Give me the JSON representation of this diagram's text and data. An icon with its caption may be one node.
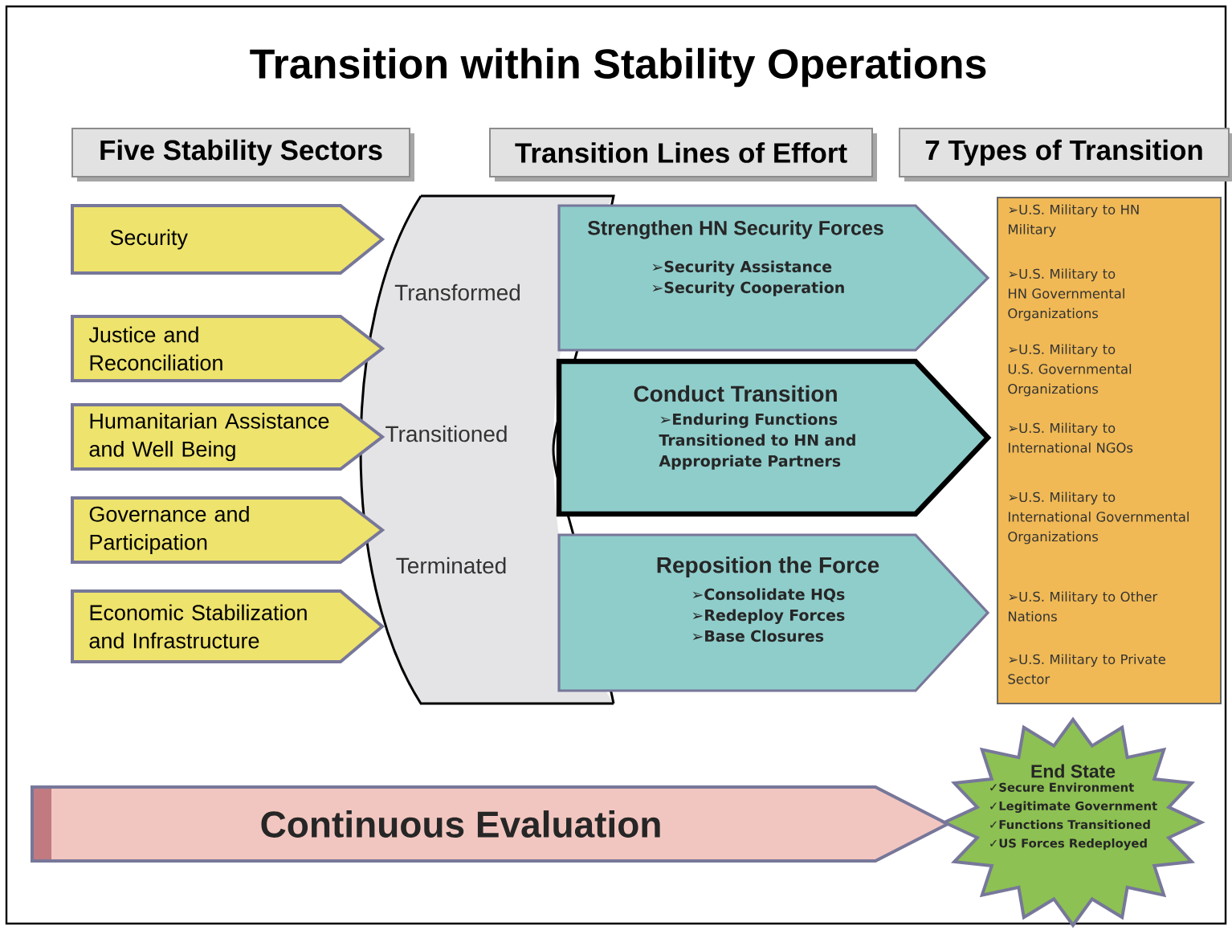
{
  "diagram": {
    "title": "Transition within Stability Operations",
    "nodes": [
      {
        "text": [
          "Five Stability Sectors"
        ]
      },
      {
        "text": [
          "Transition Lines of Effort"
        ]
      },
      {
        "text": [
          "7 Types of Transition"
        ]
      },
      {
        "text": [
          "Security"
        ]
      },
      {
        "text": [
          "Justice and Reconciliation"
        ]
      },
      {
        "text": [
          "Humanitarian Assistance and Well Being"
        ]
      },
      {
        "text": [
          "Governance and Participation"
        ]
      },
      {
        "text": [
          "Economic Stabilization and Infrastructure"
        ]
      },
      {
        "text": [
          "Transformed",
          "Transitioned",
          "Terminated"
        ]
      },
      {
        "text": [
          "Strengthen HN Security Forces",
          "➢Security Assistance",
          "➢Security Cooperation"
        ]
      },
      {
        "text": [
          "Conduct Transition",
          "➢Enduring Functions Transitioned to HN and Appropriate Partners"
        ]
      },
      {
        "text": [
          "Reposition the  Force",
          "➢Consolidate HQs",
          "➢Redeploy Forces",
          "➢Base Closures"
        ]
      },
      {
        "text": [
          "➢U.S. Military to HN Military",
          "➢U.S. Military to HN Governmental Organizations",
          "➢U.S. Military to U.S. Governmental Organizations",
          "➢U.S. Military to International NGOs",
          "➢U.S. Military to International Governmental Organizations",
          "➢U.S. Military to Other Nations",
          "➢U.S. Military to Private Sector"
        ]
      },
      {
        "text": [
          "Continuous Evaluation"
        ]
      },
      {
        "text": [
          "End State",
          "✓Secure Environment",
          "✓Legitimate Government",
          "✓Functions Transitioned",
          "✓US Forces Redeployed"
        ]
      }
    ]
  }
}
